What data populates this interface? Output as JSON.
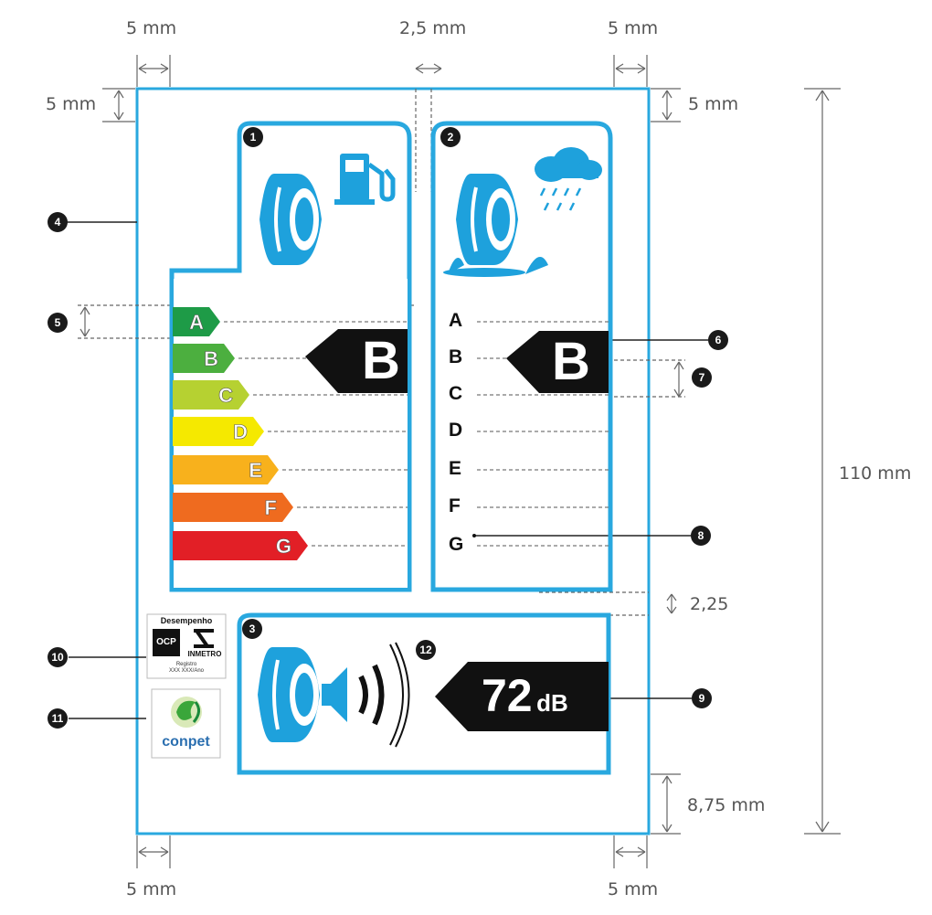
{
  "dimensions": {
    "top_left": "5 mm",
    "top_center": "2,5 mm",
    "top_right": "5 mm",
    "left_margin": "5 mm",
    "right_margin": "5 mm",
    "height": "110 mm",
    "gap": "2,25",
    "bottom_offset": "8,75 mm",
    "bottom_left": "5 mm",
    "bottom_right": "5 mm"
  },
  "callouts": [
    "4",
    "5",
    "6",
    "7",
    "8",
    "9",
    "10",
    "11",
    "12"
  ],
  "panels": {
    "fuel": {
      "number": "1",
      "icon": "fuel-pump-icon"
    },
    "wet": {
      "number": "2",
      "icon": "rain-cloud-icon"
    },
    "noise": {
      "number": "3",
      "icon": "speaker-icon"
    }
  },
  "fuel_classes": [
    {
      "letter": "A",
      "color": "#1e9b47"
    },
    {
      "letter": "B",
      "color": "#4caf3f"
    },
    {
      "letter": "C",
      "color": "#b6d131"
    },
    {
      "letter": "D",
      "color": "#f5e900"
    },
    {
      "letter": "E",
      "color": "#f8b11c"
    },
    {
      "letter": "F",
      "color": "#ef6b1f"
    },
    {
      "letter": "G",
      "color": "#e21f26"
    }
  ],
  "wet_classes": [
    "A",
    "B",
    "C",
    "D",
    "E",
    "F",
    "G"
  ],
  "fuel_rating": "B",
  "wet_rating": "B",
  "noise": {
    "value": "72",
    "unit": "dB"
  },
  "certification": {
    "title": "Desempenho",
    "ocp": "OCP",
    "inmetro": "INMETRO",
    "registro": "Registro",
    "registro_code": "XXX XXX/Ano"
  },
  "conpet": "conpet",
  "colors": {
    "frame": "#29a8df",
    "tyre": "#1ea1dc",
    "dark": "#111111"
  }
}
